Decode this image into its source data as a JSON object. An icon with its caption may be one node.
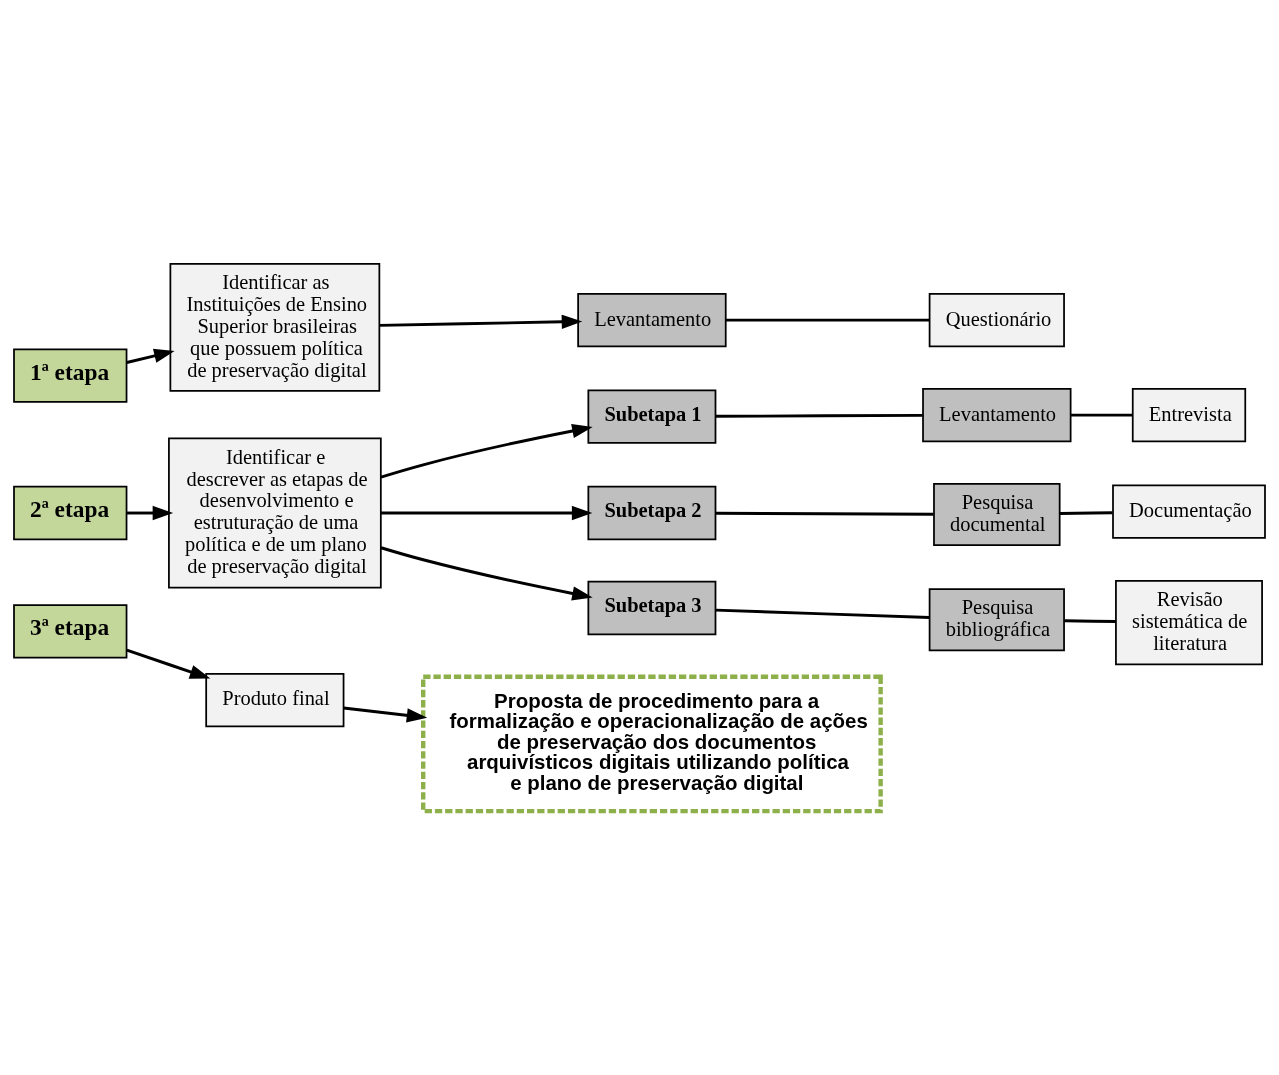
{
  "diagram": {
    "nodes": [
      {
        "text": [
          "1ª etapa"
        ]
      },
      {
        "text": [
          "Identificar as Instituições de Ensino Superior brasileiras que possuem política de preservação digital"
        ]
      },
      {
        "text": [
          "Levantamento"
        ]
      },
      {
        "text": [
          "Questionário"
        ]
      },
      {
        "text": [
          "2ª etapa"
        ]
      },
      {
        "text": [
          "Identificar e descrever as etapas de desenvolvimento e estruturação de uma política e de um plano de preservação digital"
        ]
      },
      {
        "text": [
          "Subetapa 1"
        ]
      },
      {
        "text": [
          "Levantamento"
        ]
      },
      {
        "text": [
          "Entrevista"
        ]
      },
      {
        "text": [
          "Subetapa 2"
        ]
      },
      {
        "text": [
          "Pesquisa documental"
        ]
      },
      {
        "text": [
          "Documentação"
        ]
      },
      {
        "text": [
          "Subetapa 3"
        ]
      },
      {
        "text": [
          "Pesquisa bibliográfica"
        ]
      },
      {
        "text": [
          "Revisão sistemática de literatura"
        ]
      },
      {
        "text": [
          "3ª etapa"
        ]
      },
      {
        "text": [
          "Produto final"
        ]
      },
      {
        "text": [
          "Proposta de procedimento para a formalização e operacionalização de ações de preservação dos documentos arquivísticos digitais utilizando política e plano de preservação digital"
        ]
      }
    ],
    "edges": [
      {
        "from": 0,
        "to": 1,
        "arrow": "to"
      },
      {
        "from": 1,
        "to": 2,
        "arrow": "to"
      },
      {
        "from": 2,
        "to": 3,
        "arrow": "none"
      },
      {
        "from": 4,
        "to": 5,
        "arrow": "to"
      },
      {
        "from": 5,
        "to": 6,
        "arrow": "to"
      },
      {
        "from": 5,
        "to": 9,
        "arrow": "to"
      },
      {
        "from": 5,
        "to": 12,
        "arrow": "to"
      },
      {
        "from": 6,
        "to": 7,
        "arrow": "none"
      },
      {
        "from": 7,
        "to": 8,
        "arrow": "none"
      },
      {
        "from": 9,
        "to": 10,
        "arrow": "none"
      },
      {
        "from": 10,
        "to": 11,
        "arrow": "none"
      },
      {
        "from": 12,
        "to": 13,
        "arrow": "none"
      },
      {
        "from": 13,
        "to": 14,
        "arrow": "none"
      },
      {
        "from": 15,
        "to": 16,
        "arrow": "to"
      },
      {
        "from": 16,
        "to": 17,
        "arrow": "to"
      }
    ]
  }
}
